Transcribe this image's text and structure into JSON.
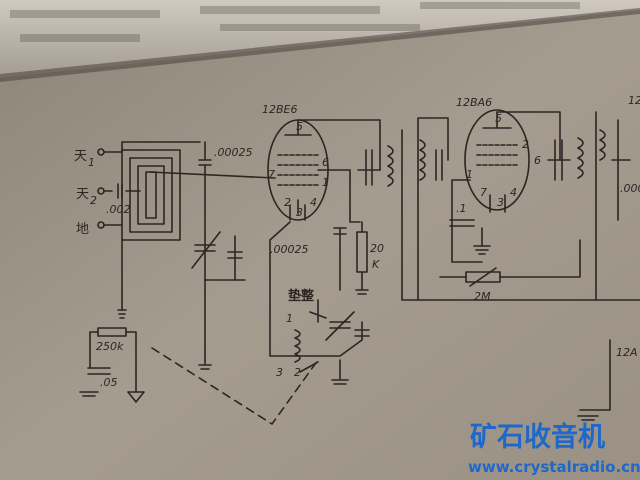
{
  "tubes": {
    "left": "12BE6",
    "right": "12BA6",
    "partial_right": "12",
    "partial_bottom": "12A"
  },
  "antenna_terminals": {
    "t1": "天",
    "t1_sub": "1",
    "t2": "天",
    "t2_sub": "2",
    "ground": "地"
  },
  "capacitors": {
    "c_top": ".00025",
    "c_ant": ".002",
    "c_osc": ".00025",
    "c_bottom": ".05",
    "c_if": ".1",
    "c_right": ".000"
  },
  "resistors": {
    "r_bias": "250k",
    "r_grid": "20",
    "r_grid_unit": "K",
    "r_agc": "2M"
  },
  "labels": {
    "trimmer": "垫整"
  },
  "pins": {
    "be6": [
      "5",
      "6",
      "7",
      "1",
      "2",
      "3",
      "4"
    ],
    "ba6": [
      "5",
      "2",
      "6",
      "1",
      "7",
      "3",
      "4"
    ],
    "osc_coil": [
      "1",
      "2",
      "3"
    ]
  },
  "watermark": {
    "title": "矿石收音机",
    "url": "www.crystalradio.cn"
  }
}
